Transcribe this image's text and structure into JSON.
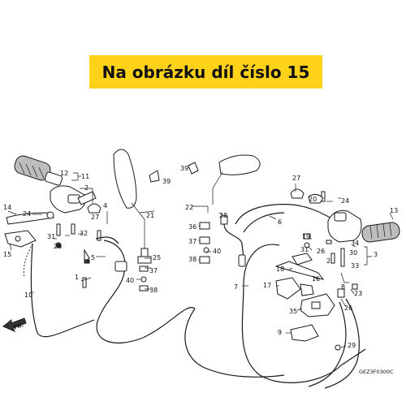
{
  "banner": {
    "text": "Na obrázku díl číslo 15",
    "color": "#ffd21a"
  },
  "diagram": {
    "code": "GEZ3F0300C",
    "direction": "FR.",
    "callouts": [
      "1",
      "2",
      "3",
      "4",
      "5",
      "6",
      "7",
      "8",
      "9",
      "10",
      "11",
      "12",
      "13",
      "14",
      "15",
      "16",
      "17",
      "18",
      "19",
      "20",
      "21",
      "22",
      "23",
      "24",
      "25",
      "26",
      "27",
      "28",
      "29",
      "30",
      "31",
      "32",
      "33",
      "34",
      "35",
      "36",
      "37",
      "38",
      "39",
      "40"
    ]
  }
}
